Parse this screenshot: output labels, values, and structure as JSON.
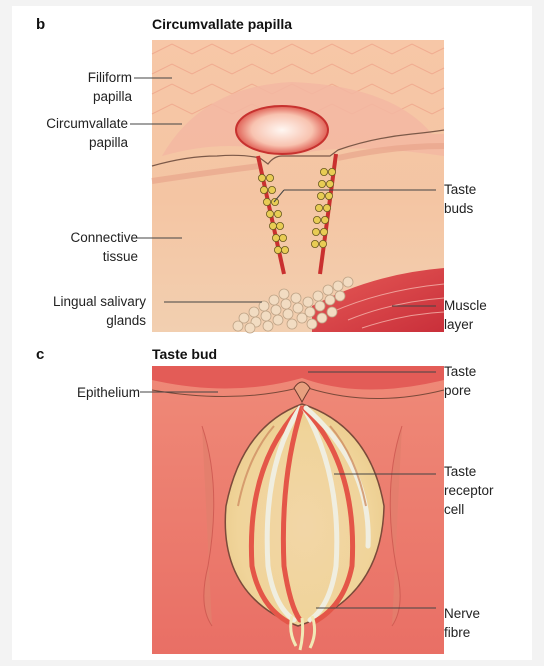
{
  "panel_b": {
    "letter": "b",
    "title": "Circumvallate papilla",
    "labels": {
      "filiform": "Filiform\npapilla",
      "circumvallate": "Circumvallate\npapilla",
      "connective": "Connective\ntissue",
      "lingual": "Lingual salivary\nglands",
      "taste_buds": "Taste\nbuds",
      "muscle": "Muscle\nlayer"
    }
  },
  "panel_c": {
    "letter": "c",
    "title": "Taste bud",
    "labels": {
      "epithelium": "Epithelium",
      "taste_pore": "Taste\npore",
      "receptor": "Taste\nreceptor\ncell",
      "nerve": "Nerve\nfibre"
    }
  }
}
